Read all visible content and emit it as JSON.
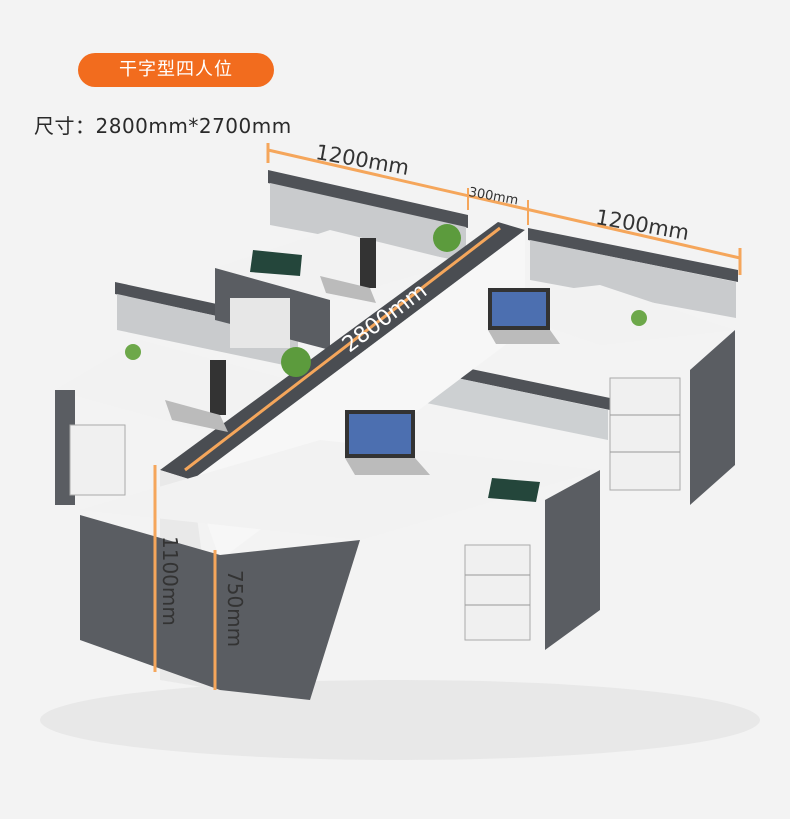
{
  "badge": {
    "label": "干字型四人位"
  },
  "size": {
    "label": "尺寸：2800mm*2700mm"
  },
  "dimensions": {
    "top_left": "1200mm",
    "top_gap": "300mm",
    "top_right": "1200mm",
    "diagonal": "2800mm",
    "height_partition": "1100mm",
    "height_desk": "750mm"
  },
  "colors": {
    "badge": "#f26c1e",
    "dimension_line": "#f5a65b",
    "panel_dark": "#5a5d62",
    "desk_top": "#f2f2f2"
  }
}
